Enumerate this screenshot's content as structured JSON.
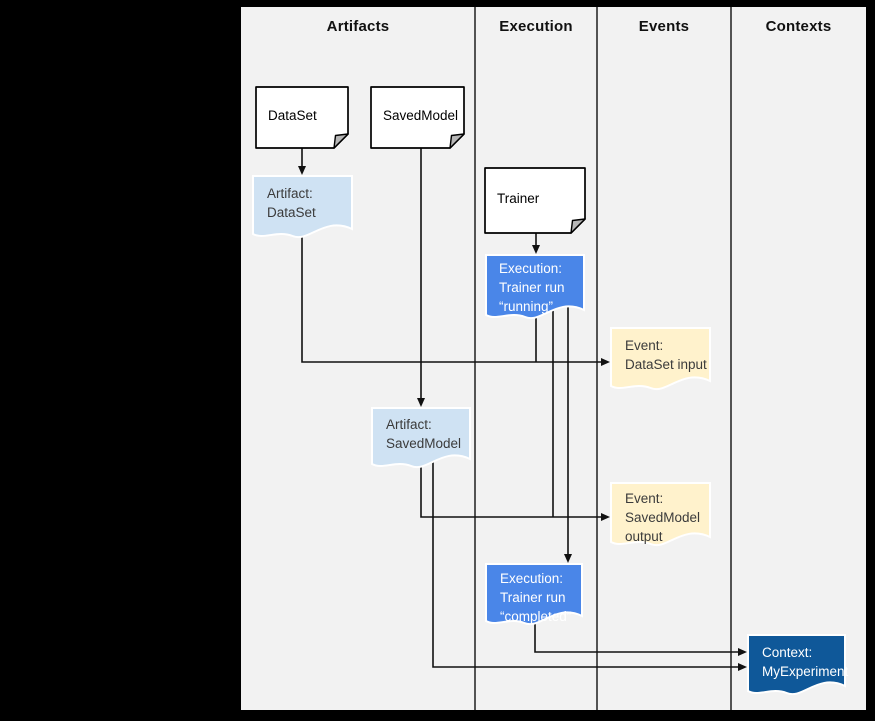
{
  "diagram": {
    "columns": [
      {
        "label": "Artifacts"
      },
      {
        "label": "Execution"
      },
      {
        "label": "Events"
      },
      {
        "label": "Contexts"
      }
    ],
    "nodes": {
      "dataset": {
        "lines": [
          "DataSet"
        ]
      },
      "savedmodel": {
        "lines": [
          "SavedModel"
        ]
      },
      "trainer": {
        "lines": [
          "Trainer"
        ]
      },
      "artifact_dataset": {
        "lines": [
          "Artifact:",
          "DataSet"
        ]
      },
      "execution_running": {
        "lines": [
          "Execution:",
          "Trainer run",
          "“running”"
        ]
      },
      "event_dataset_input": {
        "lines": [
          "Event:",
          "DataSet input"
        ]
      },
      "artifact_savedmodel": {
        "lines": [
          "Artifact:",
          "SavedModel"
        ]
      },
      "event_savedmodel_output": {
        "lines": [
          "Event:",
          "SavedModel",
          "output"
        ]
      },
      "execution_completed": {
        "lines": [
          "Execution:",
          "Trainer run",
          "“completed”"
        ]
      },
      "context_myexperiment": {
        "lines": [
          "Context:",
          "MyExperiment"
        ]
      }
    },
    "palette": {
      "page_bg": "#000000",
      "canvas_bg": "#f2f2f2",
      "artifact_fill": "#cfe2f3",
      "execution_fill": "#4a86e8",
      "event_fill": "#fff2cc",
      "context_fill": "#0f5899",
      "line_color": "#111111",
      "box_fill": "#ffffff",
      "box_border": "#000000",
      "fold_fill": "#b7b7b7",
      "shape_outline": "#ffffff"
    }
  }
}
